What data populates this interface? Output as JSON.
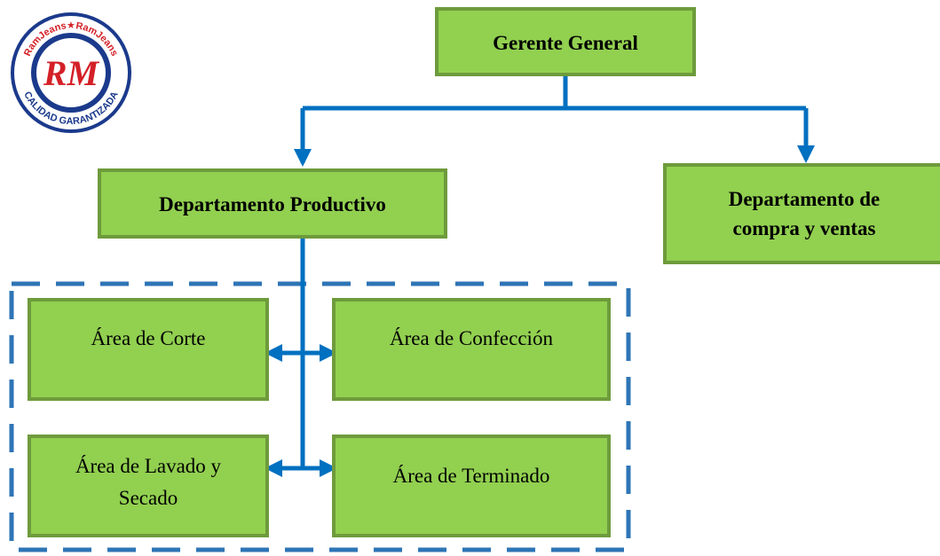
{
  "colors": {
    "box_fill": "#92d050",
    "box_border": "#6e9b3c",
    "connector": "#0070c0",
    "dashed_group": "#2e75b6",
    "logo_red": "#d42027",
    "logo_blue": "#1b3a8c"
  },
  "logo": {
    "initials": "RM",
    "ring_text_top": "RamJeans★RamJeans",
    "ring_text_bottom": "CALIDAD GARANTIZADA"
  },
  "nodes": {
    "gerente": {
      "lines": [
        "Gerente General"
      ]
    },
    "productivo": {
      "lines": [
        "Departamento Productivo"
      ]
    },
    "compras": {
      "lines": [
        "Departamento de",
        "compra y ventas"
      ]
    },
    "corte": {
      "lines": [
        "Área de Corte"
      ]
    },
    "confeccion": {
      "lines": [
        "Área de Confección"
      ]
    },
    "lavado": {
      "lines": [
        "Área de Lavado y",
        "Secado"
      ]
    },
    "terminado": {
      "lines": [
        "Área de Terminado"
      ]
    }
  }
}
